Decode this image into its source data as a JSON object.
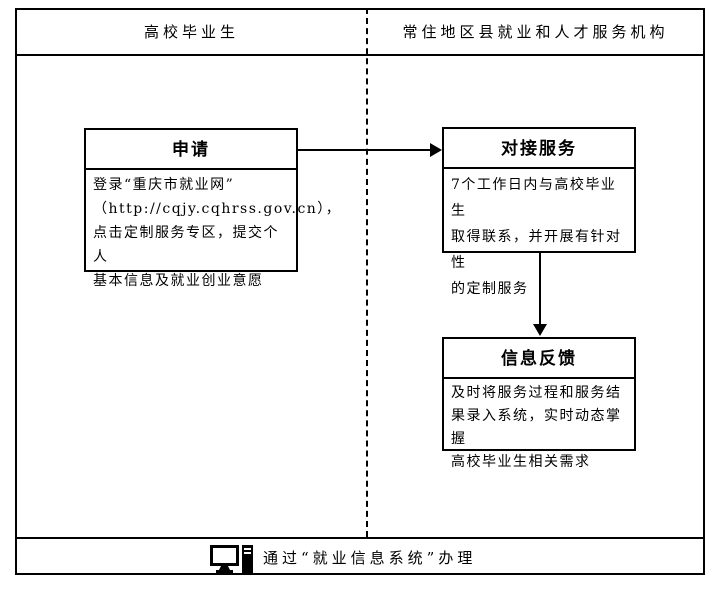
{
  "page": {
    "background_color": "#ffffff",
    "line_color": "#000000"
  },
  "header": {
    "left_column_label": "高校毕业生",
    "right_column_label": "常住地区县就业和人才服务机构"
  },
  "flowchart": {
    "apply_box": {
      "title": "申请",
      "body": "登录“重庆市就业网”\n（http://cqjy.cqhrss.gov.cn），\n点击定制服务专区，提交个人\n基本信息及就业创业意愿"
    },
    "service_box": {
      "title": "对接服务",
      "body": "7个工作日内与高校毕业生\n取得联系，并开展有针对性\n的定制服务"
    },
    "feedback_box": {
      "title": "信息反馈",
      "body": "及时将服务过程和服务结\n果录入系统，实时动态掌握\n高校毕业生相关需求"
    },
    "connections": [
      {
        "from": "apply_box",
        "to": "service_box",
        "direction": "right"
      },
      {
        "from": "service_box",
        "to": "feedback_box",
        "direction": "down"
      }
    ]
  },
  "footer": {
    "icon": "desktop-computer-icon",
    "label": "通过“就业信息系统”办理"
  }
}
